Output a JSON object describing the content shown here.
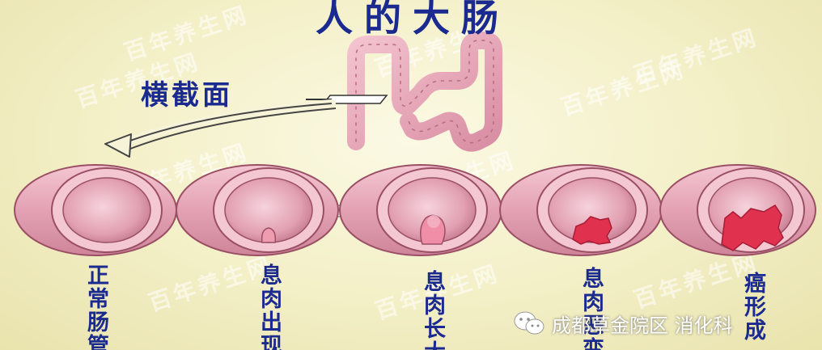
{
  "title": "人的大肠",
  "cross_section_label": "横截面",
  "stages": [
    {
      "label": "正常肠管"
    },
    {
      "label": "息肉出现"
    },
    {
      "label": "息肉长大"
    },
    {
      "label": "息肉恶变"
    },
    {
      "label": "癌形成"
    }
  ],
  "watermark_text": "百年养生网",
  "source": {
    "icon": "wechat-icon",
    "text": "成都草金院区 消化科"
  },
  "colors": {
    "text_blue": "#1b2a8f",
    "tissue_pink": "#e9a7b8",
    "lesion_red": "#e0314f",
    "background": "#f3efc6"
  }
}
